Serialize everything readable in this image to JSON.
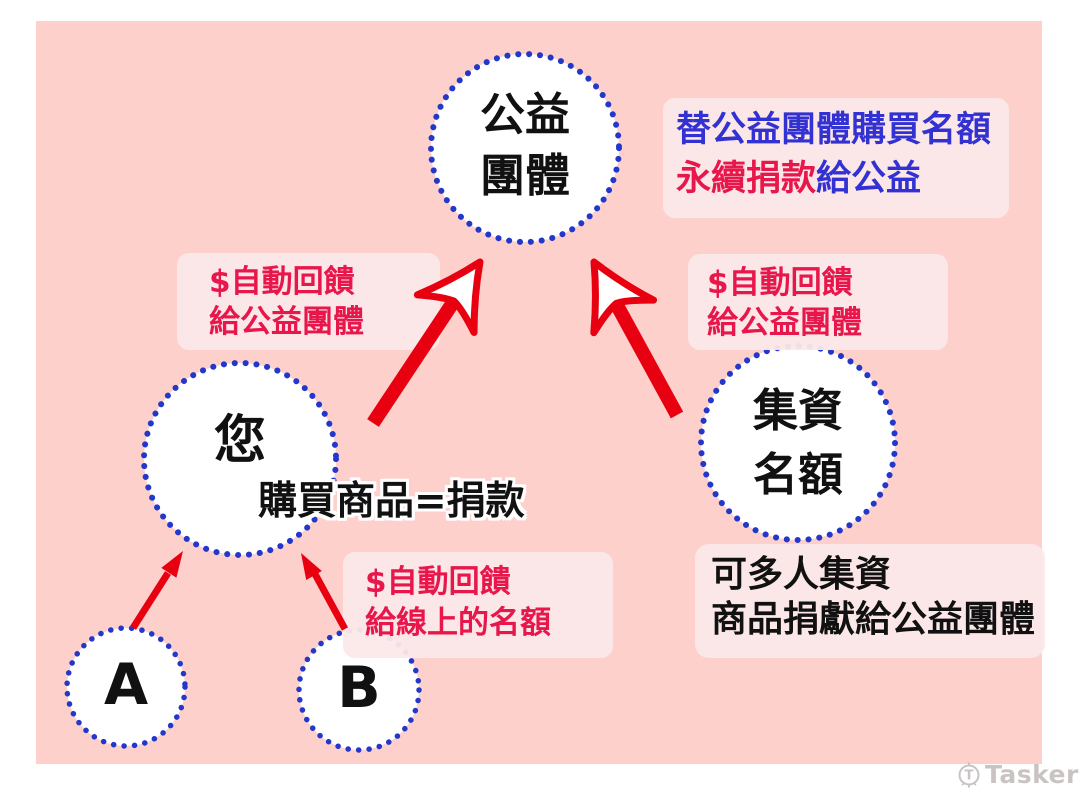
{
  "colors": {
    "canvas_pink": "#fdd0cb",
    "callout_box_pink": "#fce8e9",
    "text_crimson": "#e8174b",
    "text_blue": "#3231d2",
    "arrow_red": "#e80011",
    "dot_blue": "#2338cb",
    "text_black": "#111111",
    "watermark_gray": "#c9c3c3"
  },
  "nodes": {
    "charity": {
      "label": "公益\n團體"
    },
    "you": {
      "label": "您"
    },
    "crowdfund": {
      "label": "集資\n名額"
    },
    "member_a": {
      "label": "A"
    },
    "member_b": {
      "label": "B"
    }
  },
  "callouts": {
    "purchase_for_charity": {
      "line1": "替公益團體購買名額",
      "line2_red": "永續捐款",
      "line2_blue": "給公益"
    },
    "feedback_left": {
      "text": "$自動回饋\n給公益團體"
    },
    "feedback_right": {
      "text": "$自動回饋\n給公益團體"
    },
    "feedback_online": {
      "text": "$自動回饋\n給線上的名額"
    },
    "buy_note": {
      "text": "購買商品=捐款"
    },
    "crowdfund_note": {
      "text": "可多人集資\n商品捐獻給公益團體"
    }
  },
  "watermark": {
    "brand": "Tasker",
    "icon": "circled-t"
  }
}
